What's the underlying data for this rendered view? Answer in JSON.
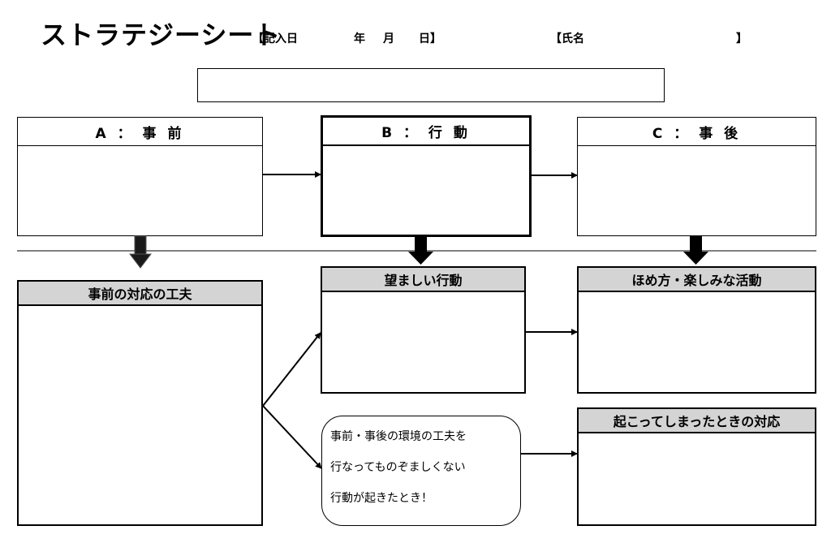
{
  "header": {
    "title": "ストラテジーシート",
    "date_label": "【記入日",
    "year": "年",
    "month": "月",
    "day_close": "日】",
    "name_open": "【氏名",
    "name_close": "】"
  },
  "top_boxes": {
    "a": "A ： 事 前",
    "b": "B ： 行 動",
    "c": "C ： 事 後"
  },
  "lower_boxes": {
    "prevention": "事前の対応の工夫",
    "desired": "望ましい行動",
    "praise": "ほめ方・楽しみな活動",
    "response": "起こってしまったときの対応"
  },
  "trigger_note": {
    "line1": "事前・事後の環境の工夫を",
    "line2": "行なってものぞましくない",
    "line3": "行動が起きたとき！"
  }
}
